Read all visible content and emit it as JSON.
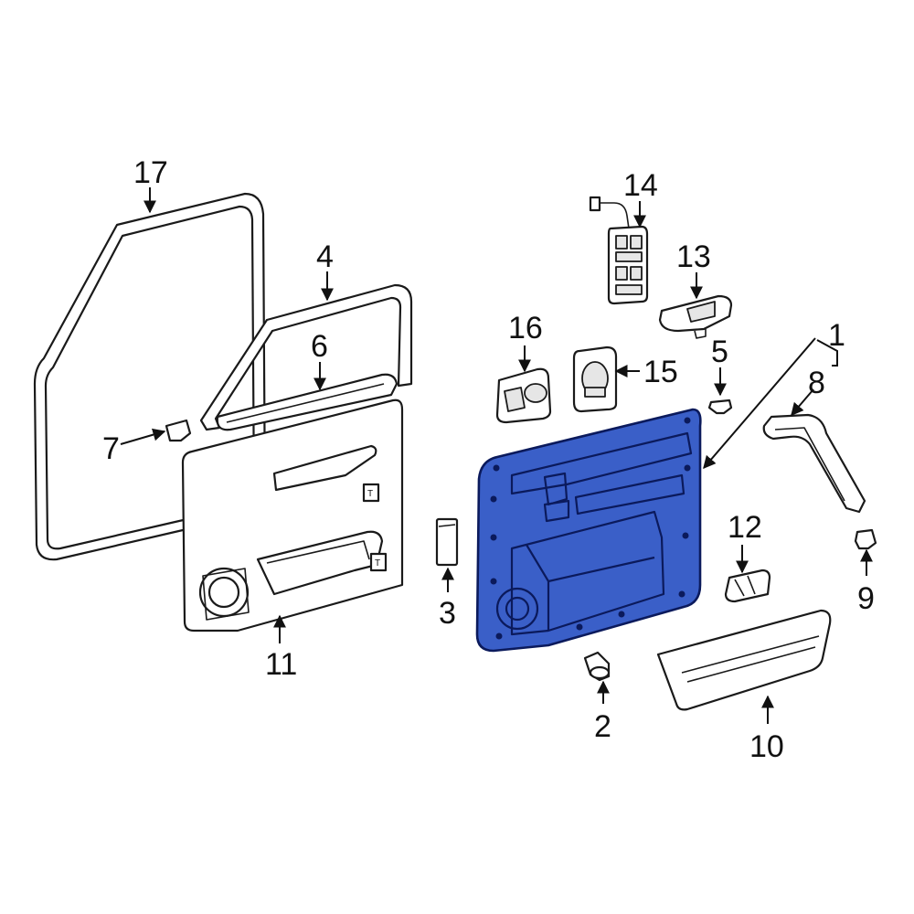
{
  "colors": {
    "highlight_fill": "#3a5fc8",
    "highlight_stroke": "#0b1a5c",
    "line": "#1a1a1a"
  },
  "highlighted_part": "1",
  "callouts": {
    "c1": "1",
    "c2": "2",
    "c3": "3",
    "c4": "4",
    "c5": "5",
    "c6": "6",
    "c7": "7",
    "c8": "8",
    "c9": "9",
    "c10": "10",
    "c11": "11",
    "c12": "12",
    "c13": "13",
    "c14": "14",
    "c15": "15",
    "c16": "16",
    "c17": "17"
  },
  "panel_tags": {
    "t1": "T",
    "t2": "T"
  }
}
